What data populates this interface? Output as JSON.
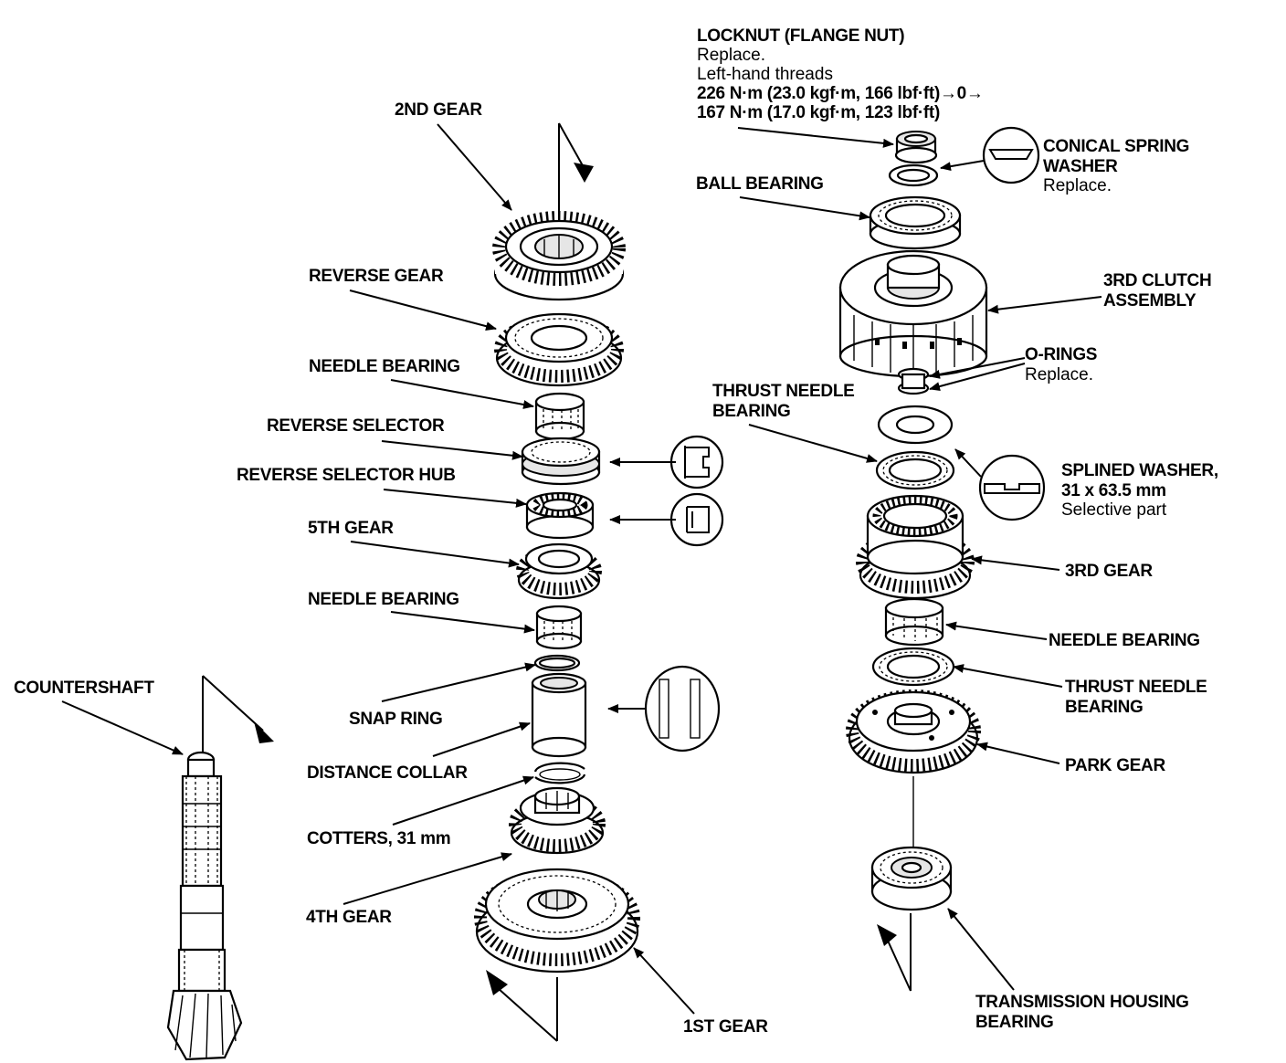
{
  "labels": {
    "locknut": {
      "title": "LOCKNUT (FLANGE NUT)",
      "line1": "Replace.",
      "line2": "Left-hand threads",
      "line3": "226 N·m (23.0 kgf·m, 166 lbf·ft)→0→",
      "line4": "167 N·m (17.0 kgf·m, 123 lbf·ft)"
    },
    "second_gear": "2ND GEAR",
    "conical_washer": {
      "line1": "CONICAL SPRING",
      "line2": "WASHER",
      "note": "Replace."
    },
    "ball_bearing": "BALL BEARING",
    "reverse_gear": "REVERSE GEAR",
    "third_clutch": {
      "line1": "3RD CLUTCH",
      "line2": "ASSEMBLY"
    },
    "needle_bearing_1": "NEEDLE BEARING",
    "o_rings": {
      "title": "O-RINGS",
      "note": "Replace."
    },
    "thrust_needle_1": {
      "line1": "THRUST NEEDLE",
      "line2": "BEARING"
    },
    "reverse_selector": "REVERSE SELECTOR",
    "reverse_selector_hub": "REVERSE SELECTOR HUB",
    "splined_washer": {
      "line1": "SPLINED WASHER,",
      "line2": "31 x 63.5 mm",
      "note": "Selective part"
    },
    "fifth_gear": "5TH GEAR",
    "third_gear": "3RD GEAR",
    "needle_bearing_2": "NEEDLE BEARING",
    "needle_bearing_3": "NEEDLE BEARING",
    "countershaft": "COUNTERSHAFT",
    "thrust_needle_2": {
      "line1": "THRUST NEEDLE",
      "line2": "BEARING"
    },
    "snap_ring": "SNAP RING",
    "park_gear": "PARK GEAR",
    "distance_collar": "DISTANCE COLLAR",
    "cotters": "COTTERS, 31 mm",
    "fourth_gear": "4TH GEAR",
    "housing_bearing": {
      "line1": "TRANSMISSION HOUSING",
      "line2": "BEARING"
    },
    "first_gear": "1ST GEAR"
  }
}
